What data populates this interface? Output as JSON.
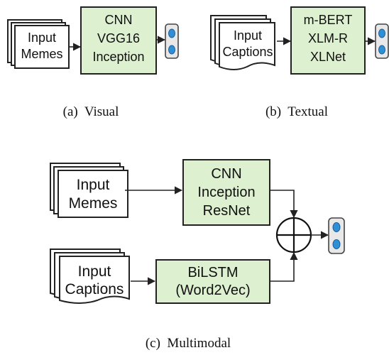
{
  "panels": {
    "visual": {
      "input_lines": [
        "Input",
        "Memes"
      ],
      "model_lines": [
        "CNN",
        "VGG16",
        "Inception"
      ],
      "caption": "(a)  Visual"
    },
    "textual": {
      "input_lines": [
        "Input",
        "Captions"
      ],
      "model_lines": [
        "m-BERT",
        "XLM-R",
        "XLNet"
      ],
      "caption": "(b)  Textual"
    },
    "multimodal": {
      "image_input_lines": [
        "Input",
        "Memes"
      ],
      "image_model_lines": [
        "CNN",
        "Inception",
        "ResNet"
      ],
      "text_input_lines": [
        "Input",
        "Captions"
      ],
      "text_model_lines": [
        "BiLSTM",
        "(Word2Vec)"
      ],
      "caption": "(c)  Multimodal"
    }
  },
  "colors": {
    "model_box_fill": "#ddf0d0",
    "output_node": "#2f8fd6",
    "output_body": "#e8e8e8",
    "stroke": "#222222"
  },
  "icons": {
    "fusion": "circled-plus-icon",
    "output": "output-layer-icon",
    "arrow": "arrow-right-icon"
  }
}
